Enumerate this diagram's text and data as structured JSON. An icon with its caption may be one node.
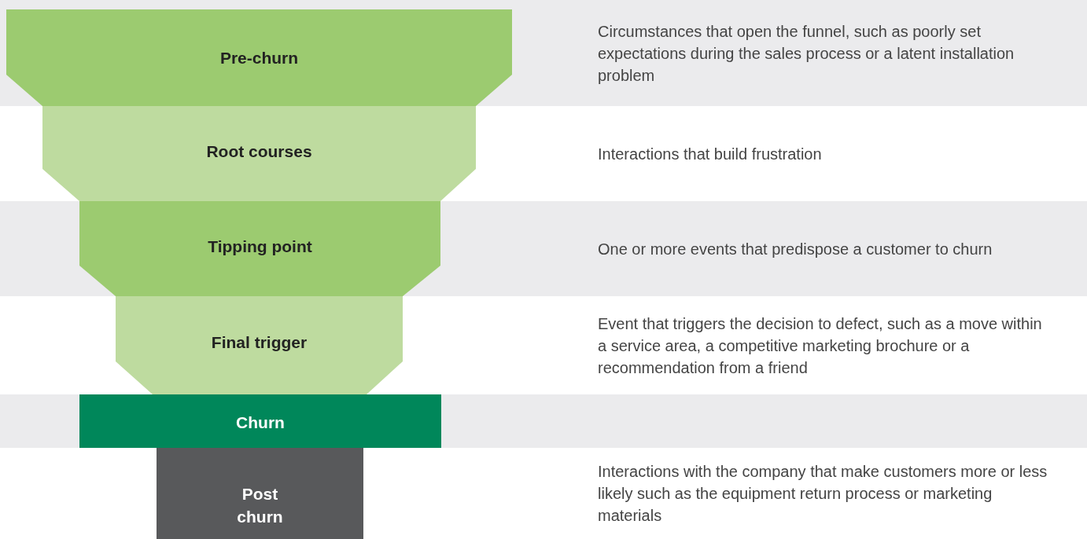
{
  "diagram": {
    "nodes": [
      {
        "text": [
          "Pre-churn"
        ]
      },
      {
        "text": [
          "Root courses"
        ]
      },
      {
        "text": [
          "Tipping point"
        ]
      },
      {
        "text": [
          "Final trigger"
        ]
      },
      {
        "text": [
          "Churn"
        ]
      },
      {
        "text": [
          "Post churn"
        ]
      }
    ],
    "edges": [],
    "labels": [
      "Circumstances that open the funnel, such as poorly set expectations during the sales process or a latent installation problem",
      "Interactions that build frustration",
      "One or more events that predispose a customer to churn",
      "Event that triggers the decision to defect, such as a move within a service area, a competitive marketing brochure or a recommendation from a friend",
      "Interactions with the company that make customers more or less likely such as the equipment return process or marketing materials"
    ]
  }
}
